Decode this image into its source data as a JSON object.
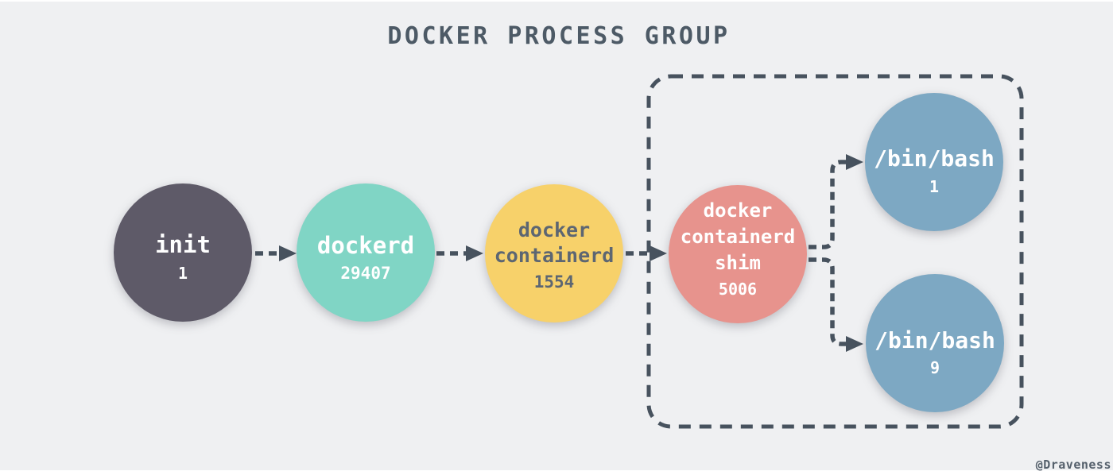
{
  "title": "DOCKER PROCESS GROUP",
  "credit": "@Draveness",
  "colors": {
    "background": "#eff0f2",
    "page_edge": "#ffffff",
    "stroke": "#47525e",
    "title": "#4d5a66",
    "credit": "#55606c"
  },
  "nodes": [
    {
      "id": "init",
      "lines": [
        "init"
      ],
      "pid": "1",
      "color": "#5e5a68",
      "text_color": "#ffffff"
    },
    {
      "id": "dockerd",
      "lines": [
        "dockerd"
      ],
      "pid": "29407",
      "color": "#80d5c5",
      "text_color": "#ffffff"
    },
    {
      "id": "docker-containerd",
      "lines": [
        "docker",
        "containerd"
      ],
      "pid": "1554",
      "color": "#f7d16a",
      "text_color": "#5d6672"
    },
    {
      "id": "docker-containerd-shim",
      "lines": [
        "docker",
        "containerd",
        "shim"
      ],
      "pid": "5006",
      "color": "#e7938d",
      "text_color": "#ffffff"
    },
    {
      "id": "bin-bash-1",
      "lines": [
        "/bin/bash"
      ],
      "pid": "1",
      "color": "#7da8c3",
      "text_color": "#ffffff"
    },
    {
      "id": "bin-bash-9",
      "lines": [
        "/bin/bash"
      ],
      "pid": "9",
      "color": "#7da8c3",
      "text_color": "#ffffff"
    }
  ]
}
